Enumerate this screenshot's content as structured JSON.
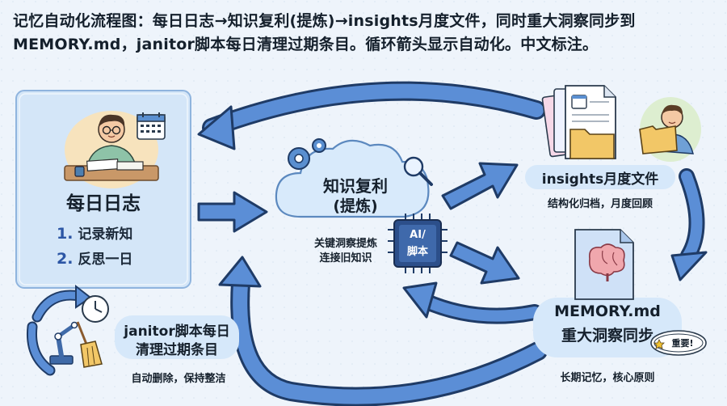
{
  "title": "记忆自动化流程图：每日日志→知识复利(提炼)→insights月度文件，同时重大洞察同步到MEMORY.md，janitor脚本每日清理过期条目。循环箭头显示自动化。中文标注。",
  "daily": {
    "heading": "每日日志",
    "items": [
      {
        "num": "1.",
        "text": "记录新知"
      },
      {
        "num": "2.",
        "text": "反思一日"
      }
    ]
  },
  "knowledge": {
    "line1": "知识复利",
    "line2": "(提炼)",
    "caption_line1": "关键洞察提炼",
    "caption_line2": "连接旧知识",
    "chip_line1": "AI/",
    "chip_line2": "脚本"
  },
  "insights": {
    "heading": "insights月度文件",
    "caption": "结构化归档，月度回顾"
  },
  "memory": {
    "line1": "MEMORY.md",
    "line2": "重大洞察同步",
    "badge": "重要!",
    "caption": "长期记忆，核心原则"
  },
  "janitor": {
    "line1": "janitor脚本每日",
    "line2": "清理过期条目",
    "caption": "自动删除，保持整洁"
  },
  "colors": {
    "arrow": "#4a7fd0",
    "arrow_dark": "#1f3b66",
    "panel": "#cfe3f6",
    "label_bubble": "#d6e8fa"
  },
  "icons": [
    "person-writing-icon",
    "calendar-icon",
    "gear-icon",
    "cloud-icon",
    "magnifier-icon",
    "ai-chip-icon",
    "documents-icon",
    "folder-icon",
    "person-folder-icon",
    "brain-document-icon",
    "clock-icon",
    "robot-arm-icon",
    "broom-icon",
    "refresh-arrow-icon"
  ]
}
